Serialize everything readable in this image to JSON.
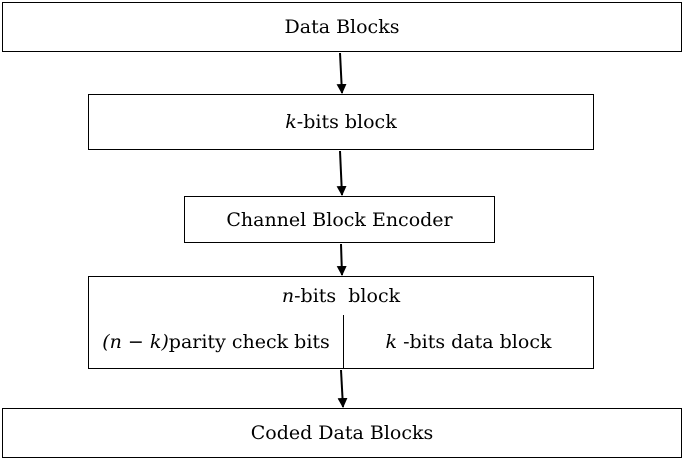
{
  "diagram": {
    "nodes": {
      "data_blocks": {
        "label": "Data Blocks"
      },
      "k_bits_block": {
        "var": "k",
        "label": "-bits block"
      },
      "channel_encoder": {
        "label": "Channel Block Encoder"
      },
      "n_bits_block": {
        "header": {
          "var": "n",
          "label": "-bits  block"
        },
        "parity": {
          "math": "(n − k)",
          "label": "parity check bits"
        },
        "data": {
          "var": "k",
          "label": " -bits data block"
        }
      },
      "coded_data_blocks": {
        "label": "Coded Data Blocks"
      }
    },
    "edges": [
      {
        "from": "Data Blocks",
        "to": "k-bits block"
      },
      {
        "from": "k-bits block",
        "to": "Channel Block Encoder"
      },
      {
        "from": "Channel Block Encoder",
        "to": "n-bits block"
      },
      {
        "from": "n-bits block",
        "to": "Coded Data Blocks"
      }
    ]
  }
}
